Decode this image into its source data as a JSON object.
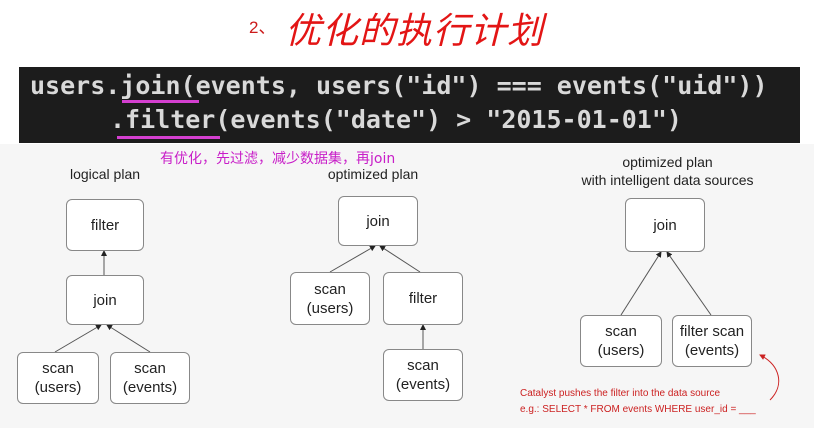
{
  "title": {
    "number": "2、",
    "text": "优化的执行计划"
  },
  "code": {
    "line1": "users.join(events, users(\"id\") === events(\"uid\"))",
    "line2": ".filter(events(\"date\") > \"2015-01-01\")"
  },
  "annotation": "有优化，先过滤，减少数据集，再join",
  "plans": {
    "logical": {
      "label": "logical plan",
      "filter": "filter",
      "join": "join",
      "scan_users": "scan\n(users)",
      "scan_events": "scan\n(events)"
    },
    "optimized": {
      "label": "optimized plan",
      "join": "join",
      "scan_users": "scan\n(users)",
      "filter": "filter",
      "scan_events": "scan\n(events)"
    },
    "intelligent": {
      "label": "optimized plan\nwith intelligent data sources",
      "join": "join",
      "scan_users": "scan\n(users)",
      "filter_scan": "filter scan\n(events)"
    }
  },
  "notes": {
    "line1": "Catalyst pushes the filter into the data source",
    "line2": "e.g.: SELECT * FROM events WHERE user_id = ___"
  },
  "colors": {
    "title": "#e31515",
    "underline": "#d43fd0",
    "annotation": "#c81ec8",
    "note": "#cc2222"
  }
}
